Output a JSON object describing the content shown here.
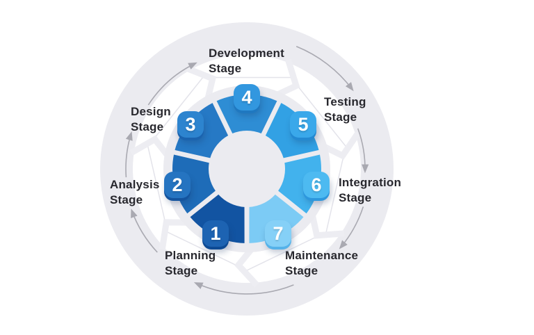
{
  "diagram": {
    "title": "Software development cycle diagram",
    "colors": {
      "ring_background": "#ebebf0",
      "white_ring": "#ffffff",
      "chevron": "#ededf2",
      "heptagon_line": "#e3e3ea",
      "arrow": "#a9a9b1",
      "label_text": "#28282e",
      "number_text": "#ffffff"
    },
    "stages": [
      {
        "number": "1",
        "label_line1": "Planning",
        "label_line2": "Stage",
        "segment_color": "#1254a2",
        "badge_color": "#1d63b2",
        "badge_lip_color": "#0d4a94"
      },
      {
        "number": "2",
        "label_line1": "Analysis",
        "label_line2": "Stage",
        "segment_color": "#1e6cb8",
        "badge_color": "#2574c1",
        "badge_lip_color": "#14549f"
      },
      {
        "number": "3",
        "label_line1": "Design",
        "label_line2": "Stage",
        "segment_color": "#2679c5",
        "badge_color": "#2d84cf",
        "badge_lip_color": "#1a63af"
      },
      {
        "number": "4",
        "label_line1": "Development",
        "label_line2": "Stage",
        "segment_color": "#2e8dd4",
        "badge_color": "#3297df",
        "badge_lip_color": "#1f78c0"
      },
      {
        "number": "5",
        "label_line1": "Testing",
        "label_line2": "Stage",
        "segment_color": "#32a1e4",
        "badge_color": "#3aa8ea",
        "badge_lip_color": "#2389d2"
      },
      {
        "number": "6",
        "label_line1": "Integration",
        "label_line2": "Stage",
        "segment_color": "#42b2ed",
        "badge_color": "#4dbaf1",
        "badge_lip_color": "#2d97dd"
      },
      {
        "number": "7",
        "label_line1": "Maintenance",
        "label_line2": "Stage",
        "segment_color": "#7ccbf5",
        "badge_color": "#85d0f7",
        "badge_lip_color": "#55b2e9"
      }
    ]
  }
}
